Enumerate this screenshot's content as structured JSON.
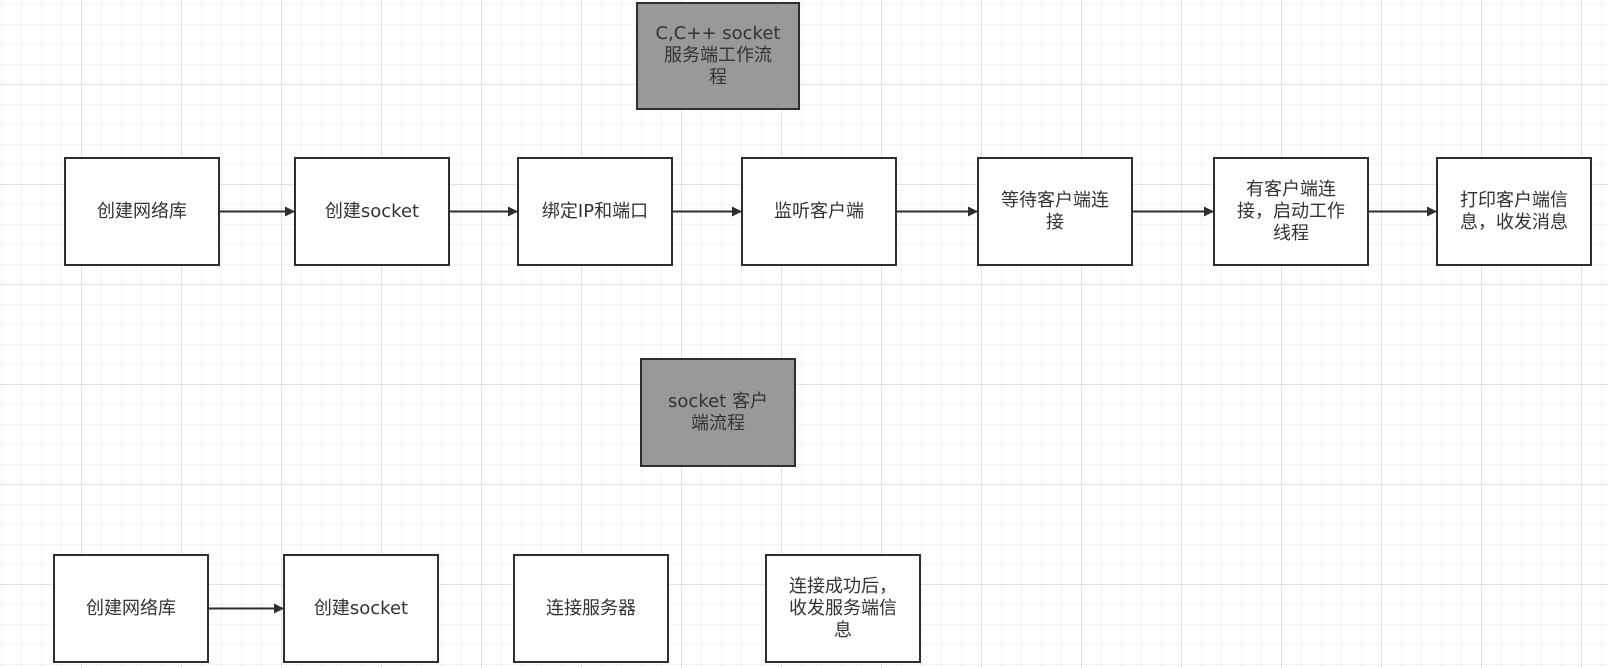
{
  "diagram": {
    "server_title": "C,C++ socket\n服务端工作流\n程",
    "client_title": "socket 客户\n端流程",
    "server_steps": [
      "创建网络库",
      "创建socket",
      "绑定IP和端口",
      "监听客户端",
      "等待客户端连\n接",
      "有客户端连\n接，启动工作\n线程",
      "打印客户端信\n息，收发消息"
    ],
    "client_steps": [
      "创建网络库",
      "创建socket",
      "连接服务器",
      "连接成功后，\n收发服务端信\n息"
    ]
  },
  "colors": {
    "title_fill": "#999999",
    "node_fill": "#ffffff",
    "border": "#2e2e2e",
    "text": "#333333"
  }
}
